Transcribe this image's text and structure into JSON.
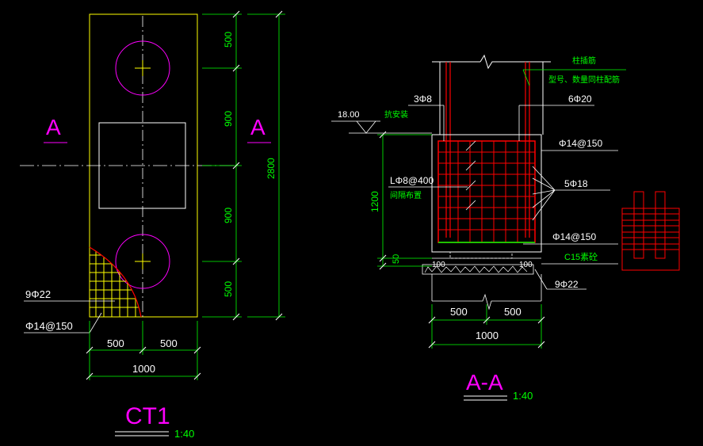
{
  "colors": {
    "background": "#000000",
    "outline": "#ffff00",
    "dimension": "#00ff00",
    "text_white": "#ffffff",
    "pile": "#ff00ff",
    "rebar": "#ff0000",
    "concrete_hatch": "#ffffff",
    "accent_green": "#00ff00"
  },
  "plan": {
    "section_mark_left": "A",
    "section_mark_right": "A",
    "dims_right": [
      "500",
      "900",
      "900",
      "500"
    ],
    "overall_length": "2800",
    "dims_bottom": [
      "500",
      "500"
    ],
    "overall_width": "1000",
    "label_bottom_bars": "9Φ22",
    "label_stirrups": "Φ14@150",
    "title": "CT1",
    "scale": "1:40"
  },
  "section": {
    "top_note_line1": "柱插筋",
    "top_note_line2": "型号、数量同柱配筋",
    "label_3phi8": "3Φ8",
    "label_6phi20": "6Φ20",
    "elevation": "18.00",
    "anchor_note": "抗安装",
    "label_phi14_top": "Φ14@150",
    "label_l_phi8": "LΦ8@400",
    "label_l_phi8_note": "间隔布置",
    "label_5phi18": "5Φ18",
    "dim_height": "1200",
    "label_phi14_bottom": "Φ14@150",
    "dim_50": "50",
    "label_c15": "C15素砼",
    "dim_100_left": "100",
    "dim_100_right": "100",
    "label_9phi22": "9Φ22",
    "dims_bottom": [
      "500",
      "500"
    ],
    "overall_width": "1000",
    "title": "A-A",
    "scale": "1:40"
  }
}
